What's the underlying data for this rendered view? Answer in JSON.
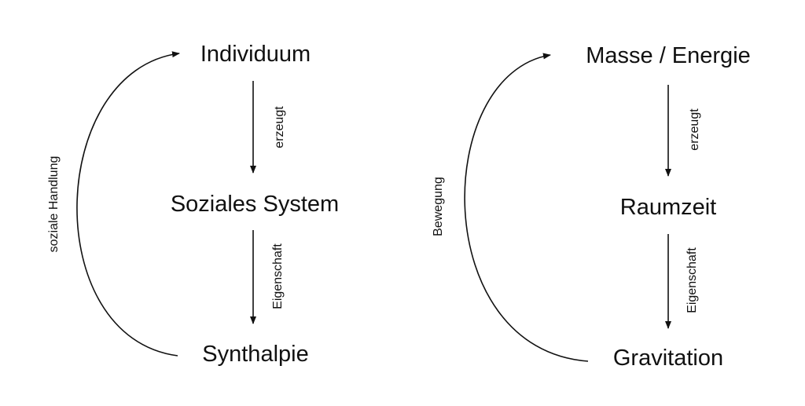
{
  "left": {
    "nodes": {
      "top": "Individuum",
      "middle": "Soziales System",
      "bottom": "Synthalpie"
    },
    "edges": {
      "top_to_middle": "erzeugt",
      "middle_to_bottom": "Eigenschaft",
      "loop": "soziale Handlung"
    }
  },
  "right": {
    "nodes": {
      "top": "Masse / Energie",
      "middle": "Raumzeit",
      "bottom": "Gravitation"
    },
    "edges": {
      "top_to_middle": "erzeugt",
      "middle_to_bottom": "Eigenschaft",
      "loop": "Bewegung"
    }
  },
  "colors": {
    "ink": "#111111",
    "background": "#ffffff"
  }
}
